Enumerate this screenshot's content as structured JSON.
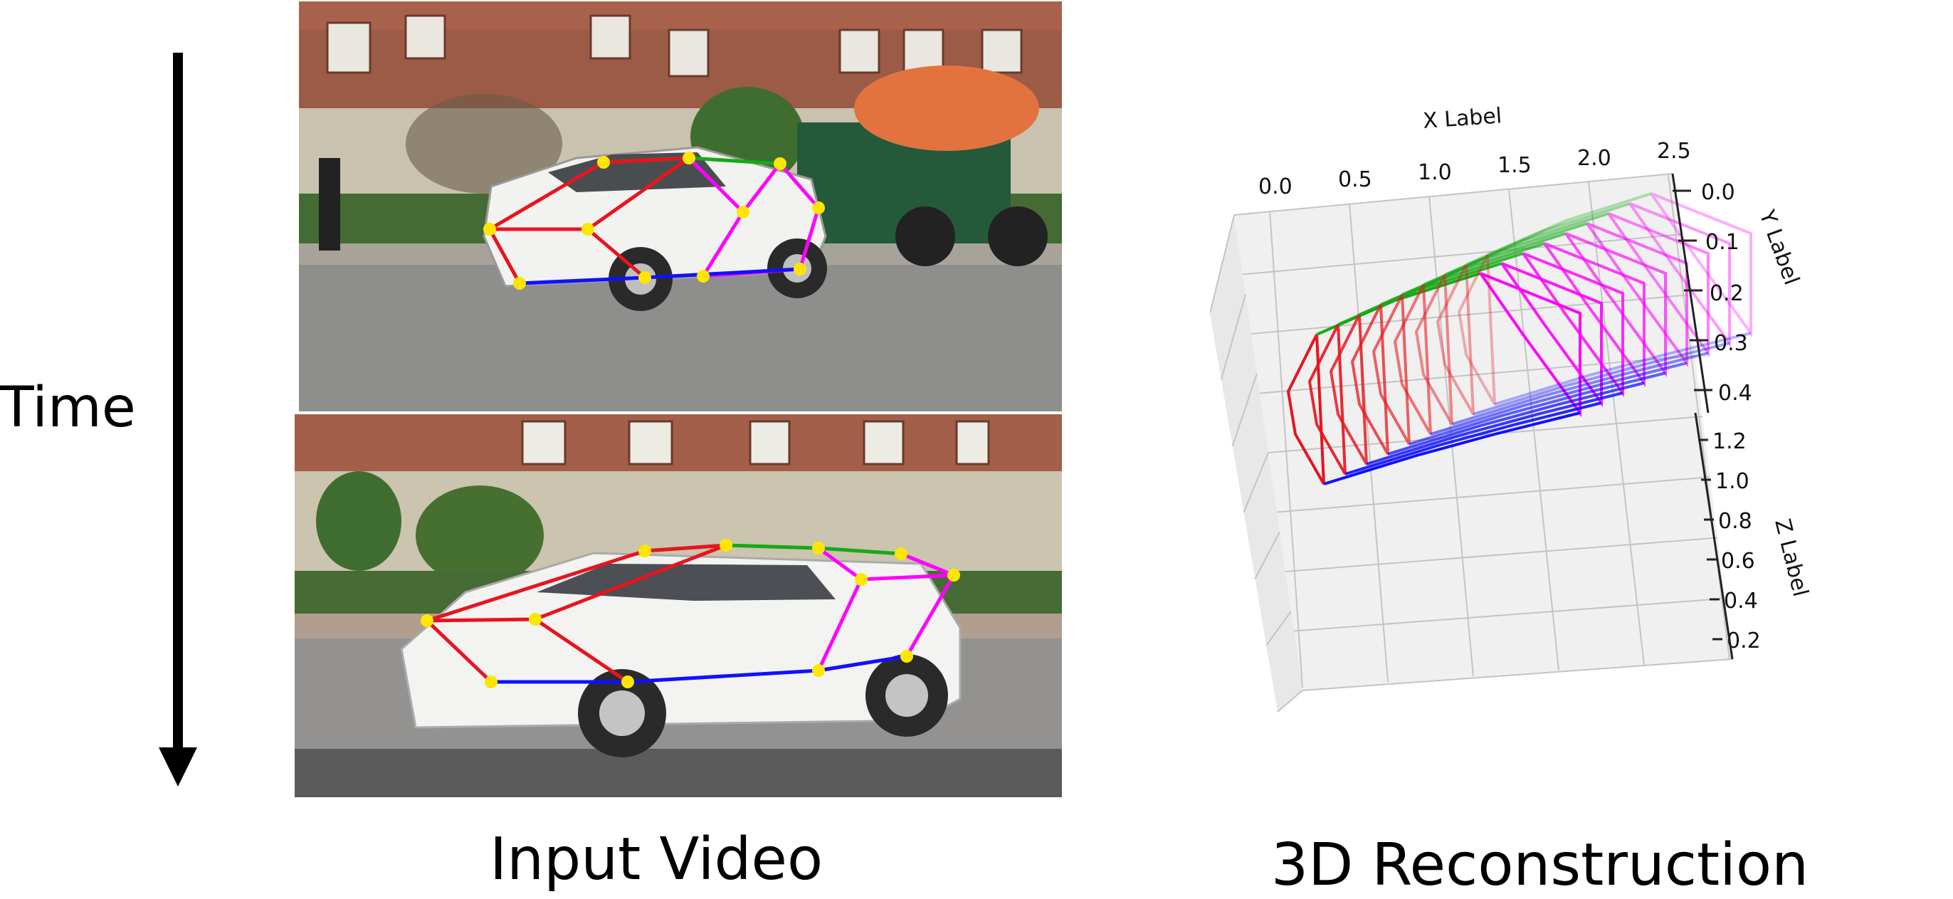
{
  "labels": {
    "time": "Time",
    "input_caption": "Input Video",
    "recon_caption": "3D Reconstruction"
  },
  "colors": {
    "front": "#e8141e",
    "roof": "#18a818",
    "rear": "#ff00ff",
    "bottom": "#1010ff",
    "keypoint": "#ffe600"
  },
  "frames": [
    {
      "name": "top-frame"
    },
    {
      "name": "bottom-frame"
    }
  ],
  "chart_data": {
    "type": "3d-wireframe",
    "x_axis": {
      "label": "X Label",
      "ticks": [
        "0.0",
        "0.5",
        "1.0",
        "1.5",
        "2.0",
        "2.5"
      ]
    },
    "y_axis": {
      "label": "Y Label",
      "ticks": [
        "0.0",
        "0.1",
        "0.2",
        "0.3",
        "0.4"
      ]
    },
    "z_axis": {
      "label": "Z Label",
      "ticks": [
        "1.2",
        "1.0",
        "0.8",
        "0.6",
        "0.4",
        "0.2"
      ]
    },
    "series": [
      {
        "color": "#e8141e"
      },
      {
        "color": "#18a818"
      },
      {
        "color": "#ff00ff"
      },
      {
        "color": "#1010ff"
      }
    ],
    "grid": true
  }
}
